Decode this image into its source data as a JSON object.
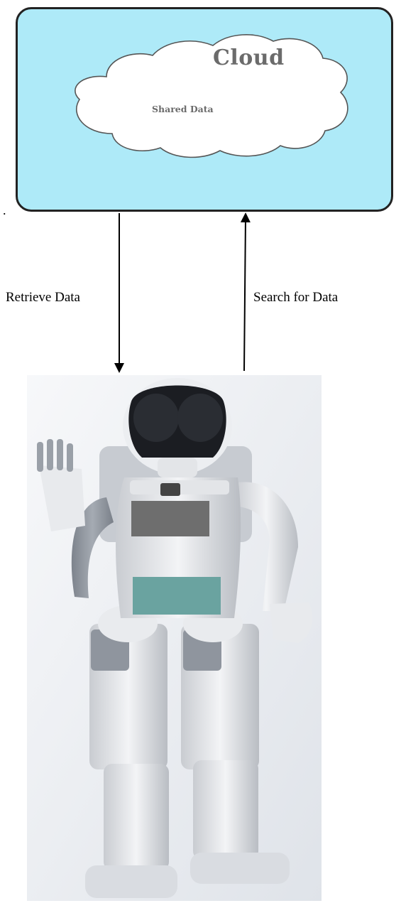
{
  "cloud_box": {
    "title": "Cloud",
    "subtitle": "Shared Data",
    "fill": "#aeeaf8",
    "border": "#222222"
  },
  "stray_mark": ".",
  "arrows": {
    "retrieve_label": "Retrieve Data",
    "search_label": "Search for Data"
  },
  "robot": {
    "redaction_top_color": "#6e6e6e",
    "redaction_bottom_color": "#6aa3a0"
  }
}
